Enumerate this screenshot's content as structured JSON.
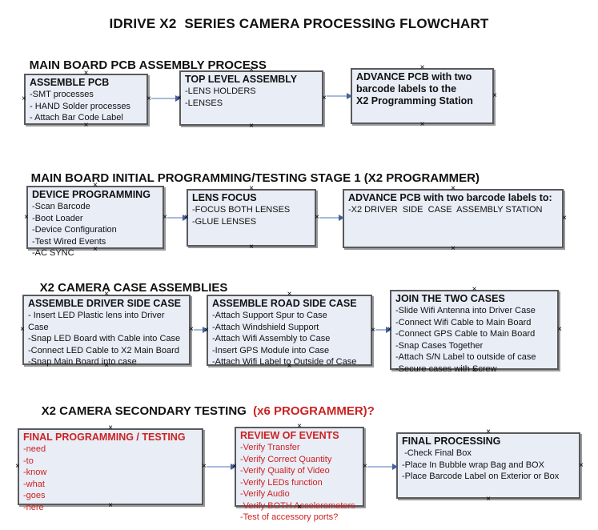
{
  "title": "IDRIVE X2  SERIES CAMERA PROCESSING FLOWCHART",
  "colors": {
    "box_fill": "#e9edf6",
    "box_border": "#5a5a5b",
    "arrow_line": "#a6bad8",
    "arrow_head": "#44609e",
    "red_accent": "#cc2222"
  },
  "icons": {
    "connection_handle": "×"
  },
  "sections": [
    {
      "heading": "MAIN BOARD PCB ASSEMBLY PROCESS",
      "heading_red": "",
      "boxes": [
        {
          "title": "ASSEMBLE PCB",
          "items": [
            "-SMT processes",
            "- HAND Solder processes",
            "- Attach Bar Code Label"
          ]
        },
        {
          "title": "TOP LEVEL ASSEMBLY",
          "items": [
            "-LENS HOLDERS",
            "-LENSES"
          ]
        },
        {
          "title": "ADVANCE PCB with two\nbarcode labels to the\n X2 Programming Station",
          "items": []
        }
      ]
    },
    {
      "heading": "MAIN BOARD INITIAL PROGRAMMING/TESTING STAGE 1 (X2 PROGRAMMER)",
      "heading_red": "",
      "boxes": [
        {
          "title": "DEVICE PROGRAMMING",
          "items": [
            "-Scan Barcode",
            "-Boot Loader",
            "-Device Configuration",
            "-Test Wired Events",
            "-AC SYNC"
          ]
        },
        {
          "title": "LENS FOCUS",
          "items": [
            "-FOCUS BOTH LENSES",
            "-GLUE LENSES"
          ]
        },
        {
          "title": "ADVANCE PCB with two barcode labels to:",
          "items": [
            "-X2 DRIVER  SIDE  CASE  ASSEMBLY STATION"
          ]
        }
      ]
    },
    {
      "heading": "X2 CAMERA CASE ASSEMBLIES",
      "heading_red": "",
      "boxes": [
        {
          "title": "ASSEMBLE DRIVER SIDE CASE",
          "items": [
            "- Insert LED Plastic lens into Driver Case",
            "-Snap LED Board with Cable into Case",
            "-Connect LED Cable to X2 Main Board",
            "-Snap Main Board into case"
          ]
        },
        {
          "title": "ASSEMBLE ROAD SIDE CASE",
          "items": [
            "-Attach Support Spur to Case",
            "-Attach Windshield Support",
            "-Attach Wifi Assembly to Case",
            "-Insert GPS Module into Case",
            "-Attach Wifi Label to Outside of Case"
          ]
        },
        {
          "title": "JOIN THE TWO CASES",
          "items": [
            "-Slide Wifi Antenna into Driver Case",
            "-Connect Wifi Cable to Main Board",
            "-Connect GPS Cable to Main Board",
            "-Snap Cases Together",
            "-Attach S/N Label to outside of case",
            "-Secure cases with Screw"
          ]
        }
      ]
    },
    {
      "heading": "X2 CAMERA SECONDARY TESTING ",
      "heading_red": " (x6 PROGRAMMER)?",
      "boxes": [
        {
          "title": "FINAL PROGRAMMING / TESTING",
          "items": [
            "-need",
            "-to",
            "-know",
            "-what",
            "-goes",
            "-here"
          ]
        },
        {
          "title": "REVIEW OF EVENTS",
          "items": [
            "-Verify Transfer",
            "-Verify Correct Quantity",
            "-Verify Quality of Video",
            "-Verify LEDs function",
            "-Verify Audio",
            "-Verify BOTH Accelerometers",
            "-Test of accessory ports?"
          ]
        },
        {
          "title": "FINAL PROCESSING",
          "items": [
            " -Check Final Box",
            "-Place In Bubble wrap Bag and BOX",
            "-Place Barcode Label on Exterior or Box"
          ]
        }
      ]
    }
  ]
}
